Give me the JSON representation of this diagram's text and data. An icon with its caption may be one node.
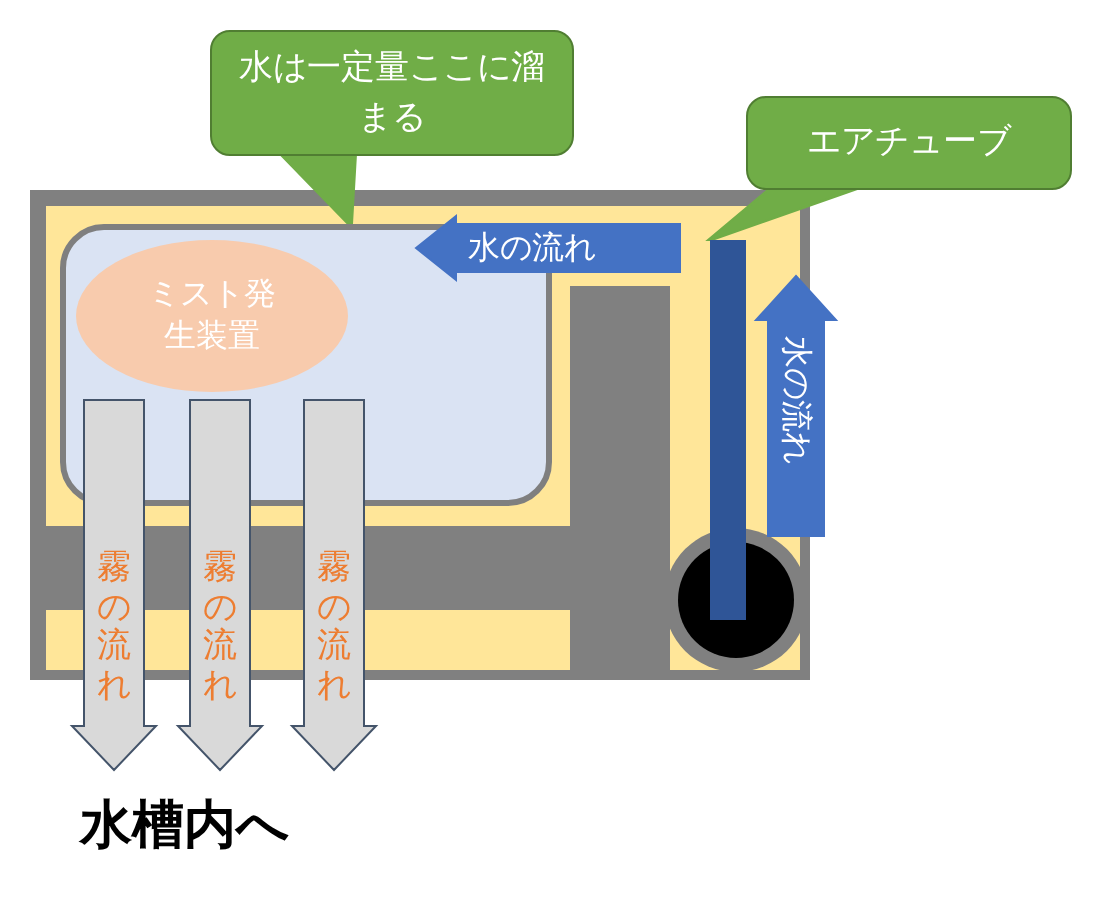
{
  "diagram": {
    "nodes": [
      {
        "text": [
          "水は一定量ここに溜まる"
        ]
      },
      {
        "text": [
          "エアチューブ"
        ]
      },
      {
        "text": [],
        "shape": "box"
      },
      {
        "text": [
          "ミスト発生装置"
        ],
        "in": 2
      },
      {
        "text": [],
        "shape": "bar"
      }
    ],
    "edges": [
      {
        "from": 0,
        "to": 2,
        "arrow": "none"
      },
      {
        "from": 1,
        "to": 4,
        "arrow": "none"
      }
    ],
    "labels": [
      "水の流れ",
      "水の流れ",
      "霧の流れ",
      "霧の流れ",
      "霧の流れ",
      "水槽内へ"
    ]
  }
}
